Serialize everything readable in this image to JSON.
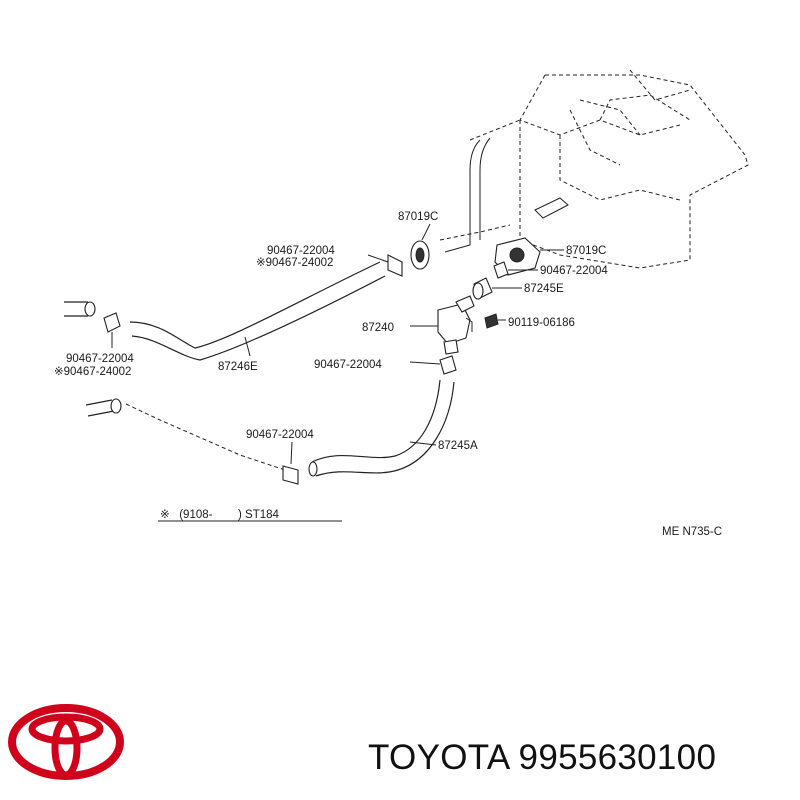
{
  "labels": {
    "p87019c_top": "87019C",
    "p90467_22004_a": "90467-22004",
    "p90467_24002_a": "※90467-24002",
    "p87019c_right": "87019C",
    "p90467_22004_b": "90467-22004",
    "p87245e": "87245E",
    "p87240": "87240",
    "p90119": "90119-06186",
    "p90467_22004_left": "90467-22004",
    "p90467_24002_left": "※90467-24002",
    "p87246e": "87246E",
    "p90467_22004_c": "90467-22004",
    "p90467_22004_d": "90467-22004",
    "p87245a": "87245A",
    "note": "※   (9108-        ) ST184",
    "code": "ME N735-C"
  },
  "footer": {
    "brand": "TOYOTA",
    "part_number": "9955630100",
    "text": "TOYOTA 9955630100"
  },
  "colors": {
    "logo": "#d0021b",
    "line": "#222222"
  }
}
